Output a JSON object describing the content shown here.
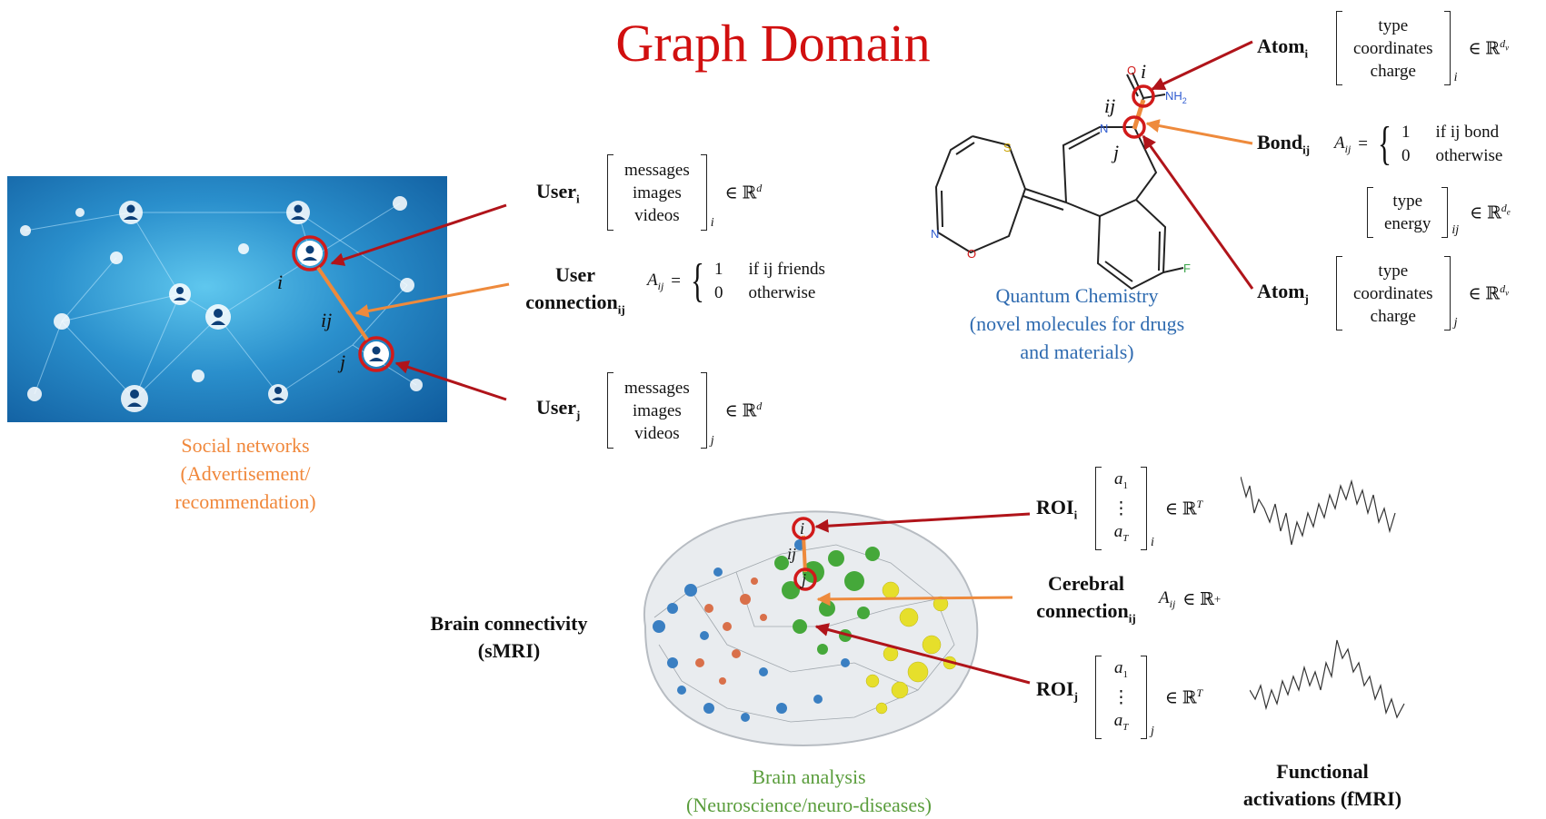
{
  "title": "Graph Domain",
  "social": {
    "caption": [
      "Social networks",
      "(Advertisement/",
      "recommendation)"
    ],
    "node_i_label": "i",
    "edge_ij_label": "ij",
    "node_j_label": "j",
    "user_i": {
      "label": "User",
      "sub": "i",
      "features": [
        "messages",
        "images",
        "videos"
      ],
      "index": "i",
      "space": "∈ ℝ",
      "space_sup": "d"
    },
    "user_connection": {
      "label_line1": "User",
      "label_line2": "connection",
      "sub": "ij",
      "lhs": "A",
      "lhs_sub": "ij",
      "eq": "=",
      "cases": [
        {
          "value": "1",
          "condition": "if ij friends"
        },
        {
          "value": "0",
          "condition": "otherwise"
        }
      ]
    },
    "user_j": {
      "label": "User",
      "sub": "j",
      "features": [
        "messages",
        "images",
        "videos"
      ],
      "index": "j",
      "space": "∈ ℝ",
      "space_sup": "d"
    }
  },
  "chemistry": {
    "caption": [
      "Quantum Chemistry",
      "(novel molecules for drugs",
      "and materials)"
    ],
    "node_i_label": "i",
    "edge_ij_label": "ij",
    "node_j_label": "j",
    "atom_letters": {
      "O_top": "O",
      "NH2": "NH",
      "NH2_sub": "2",
      "N_mid": "N",
      "S": "S",
      "N_left": "N",
      "O_left": "O",
      "F": "F"
    },
    "atom_i": {
      "label": "Atom",
      "sub": "i",
      "features": [
        "type",
        "coordinates",
        "charge"
      ],
      "index": "i",
      "space": "∈ ℝ",
      "space_sup": "d",
      "space_sup_sub": "v"
    },
    "bond_ij": {
      "label": "Bond",
      "sub": "ij",
      "lhs": "A",
      "lhs_sub": "ij",
      "eq": "=",
      "cases": [
        {
          "value": "1",
          "condition": "if ij bond"
        },
        {
          "value": "0",
          "condition": "otherwise"
        }
      ],
      "features": [
        "type",
        "energy"
      ],
      "index": "ij",
      "space": "∈ ℝ",
      "space_sup": "d",
      "space_sup_sub": "e"
    },
    "atom_j": {
      "label": "Atom",
      "sub": "j",
      "features": [
        "type",
        "coordinates",
        "charge"
      ],
      "index": "j",
      "space": "∈ ℝ",
      "space_sup": "d",
      "space_sup_sub": "v"
    }
  },
  "brain": {
    "caption": [
      "Brain analysis",
      "(Neuroscience/neuro-diseases)"
    ],
    "connectivity_label": [
      "Brain connectivity",
      "(sMRI)"
    ],
    "node_i_label": "i",
    "edge_ij_label": "ij",
    "node_j_label": "j",
    "roi_i": {
      "label": "ROI",
      "sub": "i",
      "features": [
        "a",
        "⋮",
        "a"
      ],
      "feature_subs": [
        "1",
        "",
        "T"
      ],
      "index": "i",
      "space": "∈ ℝ",
      "space_sup": "T"
    },
    "cerebral_connection": {
      "label_line1": "Cerebral",
      "label_line2": "connection",
      "sub": "ij",
      "lhs": "A",
      "lhs_sub": "ij",
      "rhs": "∈ ℝ",
      "rhs_sub": "+"
    },
    "roi_j": {
      "label": "ROI",
      "sub": "j",
      "features": [
        "a",
        "⋮",
        "a"
      ],
      "feature_subs": [
        "1",
        "",
        "T"
      ],
      "index": "j",
      "space": "∈ ℝ",
      "space_sup": "T"
    },
    "functional_label": [
      "Functional",
      "activations (fMRI)"
    ]
  },
  "colors": {
    "title": "#d10f0f",
    "arrow_red": "#b0141a",
    "arrow_orange": "#ee8a3c",
    "caption_orange": "#f0873a",
    "caption_blue": "#2f6bb0",
    "caption_green": "#5a9d3c"
  }
}
